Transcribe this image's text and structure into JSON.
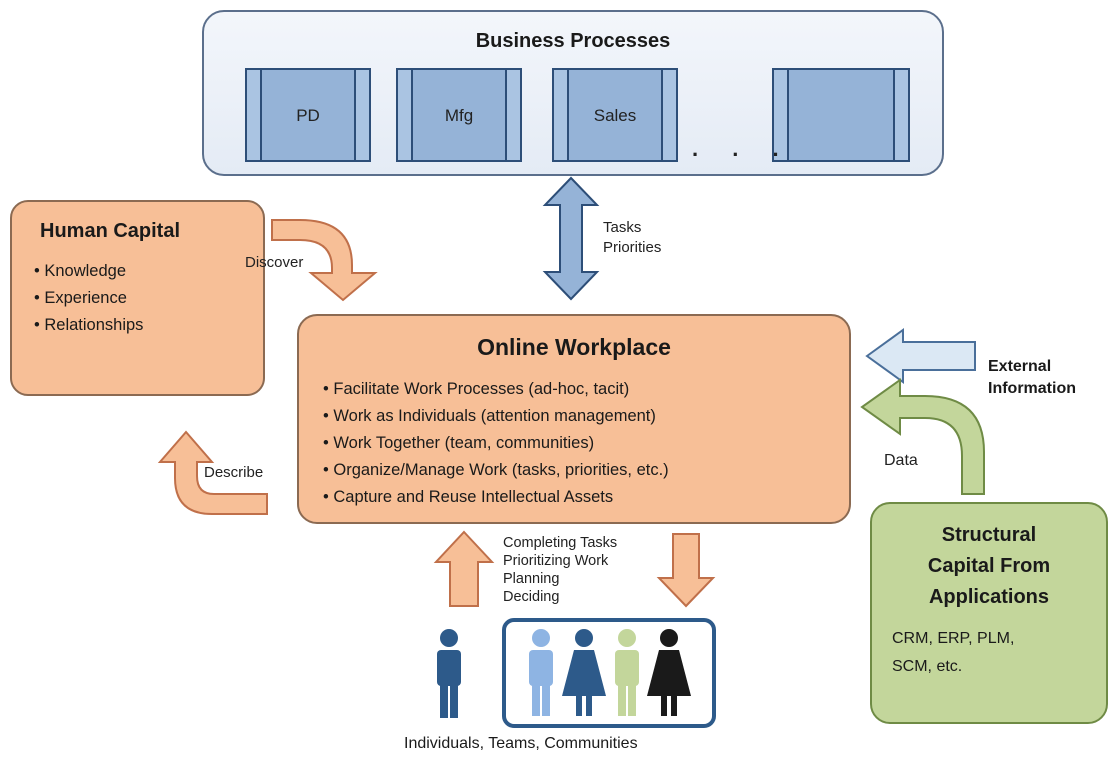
{
  "business_processes": {
    "title": "Business Processes",
    "processes": [
      "PD",
      "Mfg",
      "Sales",
      ""
    ],
    "ellipsis": ". . ."
  },
  "human_capital": {
    "title": "Human Capital",
    "items": [
      "• Knowledge",
      "• Experience",
      "• Relationships"
    ]
  },
  "online_workplace": {
    "title": "Online Workplace",
    "items": [
      "• Facilitate Work Processes (ad-hoc, tacit)",
      "• Work as Individuals (attention management)",
      "• Work Together (team, communities)",
      "• Organize/Manage Work (tasks, priorities, etc.)",
      "• Capture and Reuse Intellectual Assets"
    ]
  },
  "structural_capital": {
    "title_lines": [
      "Structural",
      "Capital From",
      "Applications"
    ],
    "apps_lines": [
      "CRM, ERP, PLM,",
      "SCM, etc."
    ]
  },
  "labels": {
    "discover": "Discover",
    "describe": "Describe",
    "tasks_priorities": [
      "Tasks",
      "Priorities"
    ],
    "external_information": [
      "External",
      "Information"
    ],
    "data": "Data",
    "activities": [
      "Completing Tasks",
      "Prioritizing Work",
      "Planning",
      "Deciding"
    ],
    "people_caption": "Individuals, Teams, Communities"
  },
  "colors": {
    "orange_fill": "#f7bf97",
    "blue_process": "#95b3d7",
    "green_fill": "#c3d69b",
    "light_blue_arrow": "#dbe8f4",
    "person_dark_blue": "#2d5a8a",
    "person_light_blue": "#8eb4e3",
    "person_light_green": "#c3d69b",
    "person_black": "#1a1a1a"
  }
}
